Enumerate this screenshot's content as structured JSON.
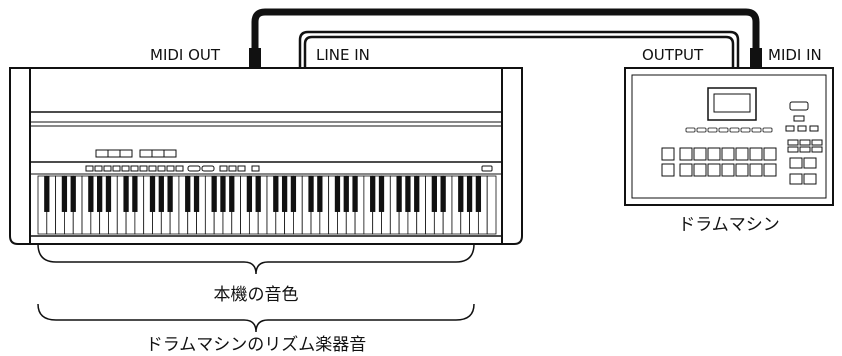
{
  "labels": {
    "midi_out": "MIDI OUT",
    "line_in": "LINE IN",
    "output": "OUTPUT",
    "midi_in": "MIDI IN",
    "drum_machine": "ドラムマシン",
    "piano_tone": "本機の音色",
    "combined_sound": "ドラムマシンのリズム楽器音"
  },
  "colors": {
    "line": "#111111",
    "panel": "#ffffff"
  }
}
